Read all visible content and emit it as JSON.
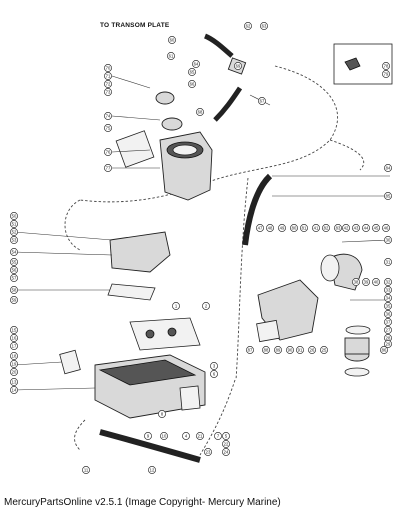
{
  "diagram": {
    "transom_label": "TO TRANSOM PLATE",
    "callouts": [
      {
        "id": "c60",
        "text": "60"
      },
      {
        "id": "c61",
        "text": "61"
      },
      {
        "id": "c62",
        "text": "62"
      },
      {
        "id": "c63",
        "text": "63"
      },
      {
        "id": "c64",
        "text": "64"
      },
      {
        "id": "c65",
        "text": "65"
      },
      {
        "id": "c66",
        "text": "66"
      },
      {
        "id": "c67",
        "text": "67"
      },
      {
        "id": "c68",
        "text": "68"
      },
      {
        "id": "c69",
        "text": "69"
      },
      {
        "id": "c70",
        "text": "70"
      },
      {
        "id": "c71",
        "text": "71"
      },
      {
        "id": "c72",
        "text": "72"
      },
      {
        "id": "c73",
        "text": "73"
      },
      {
        "id": "c74",
        "text": "74"
      },
      {
        "id": "c75",
        "text": "75"
      },
      {
        "id": "c76",
        "text": "76"
      },
      {
        "id": "c77",
        "text": "77"
      },
      {
        "id": "c78",
        "text": "78"
      },
      {
        "id": "c79",
        "text": "79"
      },
      {
        "id": "c80",
        "text": "80"
      },
      {
        "id": "c81",
        "text": "81"
      },
      {
        "id": "c82",
        "text": "82"
      },
      {
        "id": "c83",
        "text": "83"
      },
      {
        "id": "c50",
        "text": "50"
      },
      {
        "id": "c51",
        "text": "51"
      },
      {
        "id": "c52",
        "text": "52"
      },
      {
        "id": "c53",
        "text": "53"
      },
      {
        "id": "c54",
        "text": "54"
      },
      {
        "id": "c55",
        "text": "55"
      },
      {
        "id": "c56",
        "text": "56"
      },
      {
        "id": "c57",
        "text": "57"
      },
      {
        "id": "c58",
        "text": "58"
      },
      {
        "id": "c59",
        "text": "59"
      },
      {
        "id": "c84",
        "text": "84"
      },
      {
        "id": "c85",
        "text": "85"
      },
      {
        "id": "c86",
        "text": "86"
      },
      {
        "id": "c87",
        "text": "87"
      },
      {
        "id": "c88",
        "text": "88"
      },
      {
        "id": "c89",
        "text": "89"
      },
      {
        "id": "c90",
        "text": "90"
      },
      {
        "id": "c91",
        "text": "91"
      },
      {
        "id": "c1",
        "text": "1"
      },
      {
        "id": "c2",
        "text": "2"
      },
      {
        "id": "c3",
        "text": "3"
      },
      {
        "id": "c4",
        "text": "4"
      },
      {
        "id": "c5",
        "text": "5"
      },
      {
        "id": "c6",
        "text": "6"
      },
      {
        "id": "c7",
        "text": "7"
      },
      {
        "id": "c8",
        "text": "8"
      },
      {
        "id": "c9",
        "text": "9"
      },
      {
        "id": "c10",
        "text": "10"
      },
      {
        "id": "c11",
        "text": "11"
      },
      {
        "id": "c12",
        "text": "12"
      },
      {
        "id": "c13",
        "text": "13"
      },
      {
        "id": "c14",
        "text": "14"
      },
      {
        "id": "c15",
        "text": "15"
      },
      {
        "id": "c16",
        "text": "16"
      },
      {
        "id": "c17",
        "text": "17"
      },
      {
        "id": "c18",
        "text": "18"
      },
      {
        "id": "c19",
        "text": "19"
      },
      {
        "id": "c20",
        "text": "20"
      },
      {
        "id": "c21",
        "text": "21"
      },
      {
        "id": "c22",
        "text": "22"
      },
      {
        "id": "c23",
        "text": "23"
      },
      {
        "id": "c24",
        "text": "24"
      },
      {
        "id": "c25",
        "text": "25"
      },
      {
        "id": "c26",
        "text": "26"
      },
      {
        "id": "c27",
        "text": "27"
      },
      {
        "id": "c28",
        "text": "28"
      },
      {
        "id": "c29",
        "text": "29"
      },
      {
        "id": "c30",
        "text": "30"
      },
      {
        "id": "c31",
        "text": "31"
      },
      {
        "id": "c32",
        "text": "32"
      },
      {
        "id": "c33",
        "text": "33"
      },
      {
        "id": "c34",
        "text": "34"
      },
      {
        "id": "c35",
        "text": "35"
      },
      {
        "id": "c36",
        "text": "36"
      },
      {
        "id": "c37",
        "text": "37"
      },
      {
        "id": "c38",
        "text": "38"
      },
      {
        "id": "c39",
        "text": "39"
      },
      {
        "id": "c40",
        "text": "40"
      },
      {
        "id": "c41",
        "text": "41"
      },
      {
        "id": "c42",
        "text": "42"
      },
      {
        "id": "c43",
        "text": "43"
      },
      {
        "id": "c44",
        "text": "44"
      },
      {
        "id": "c45",
        "text": "45"
      },
      {
        "id": "c46",
        "text": "46"
      },
      {
        "id": "c47",
        "text": "47"
      },
      {
        "id": "c48",
        "text": "48"
      },
      {
        "id": "c49",
        "text": "49"
      }
    ]
  },
  "footer": {
    "caption": "MercuryPartsOnline v2.5.1 (Image Copyright- Mercury Marine)"
  }
}
